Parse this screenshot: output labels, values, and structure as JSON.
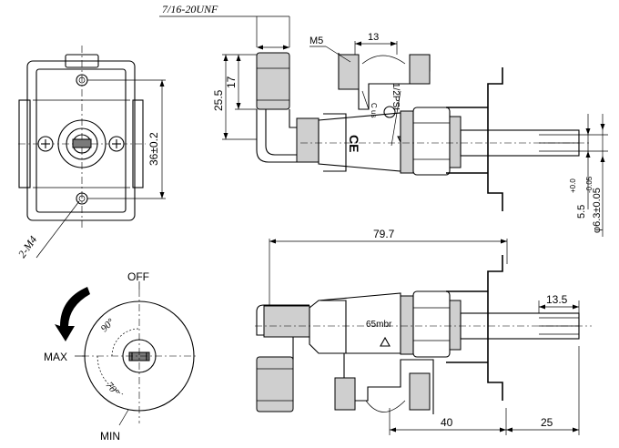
{
  "dims": {
    "thread": "7/16-20UNF",
    "m5": "M5",
    "d13": "13",
    "d25_5": "25.5",
    "d17": "17",
    "d36": "36±0.2",
    "d2m4": "2-M4",
    "d5_5": "5.5",
    "d5_5_tol_up": "+0.0",
    "d5_5_tol_dn": "-0.05",
    "d6_3": "φ6.3±0.05",
    "d79_7": "79.7",
    "d13_5": "13.5",
    "d40": "40",
    "d25": "25"
  },
  "labels": {
    "psi": "1/2PSI",
    "ce": "CE",
    "cus": "C us",
    "mbr": "65mbr",
    "off": "OFF",
    "max": "MAX",
    "min": "MIN",
    "ang90": "90°",
    "ang70": "70°"
  }
}
